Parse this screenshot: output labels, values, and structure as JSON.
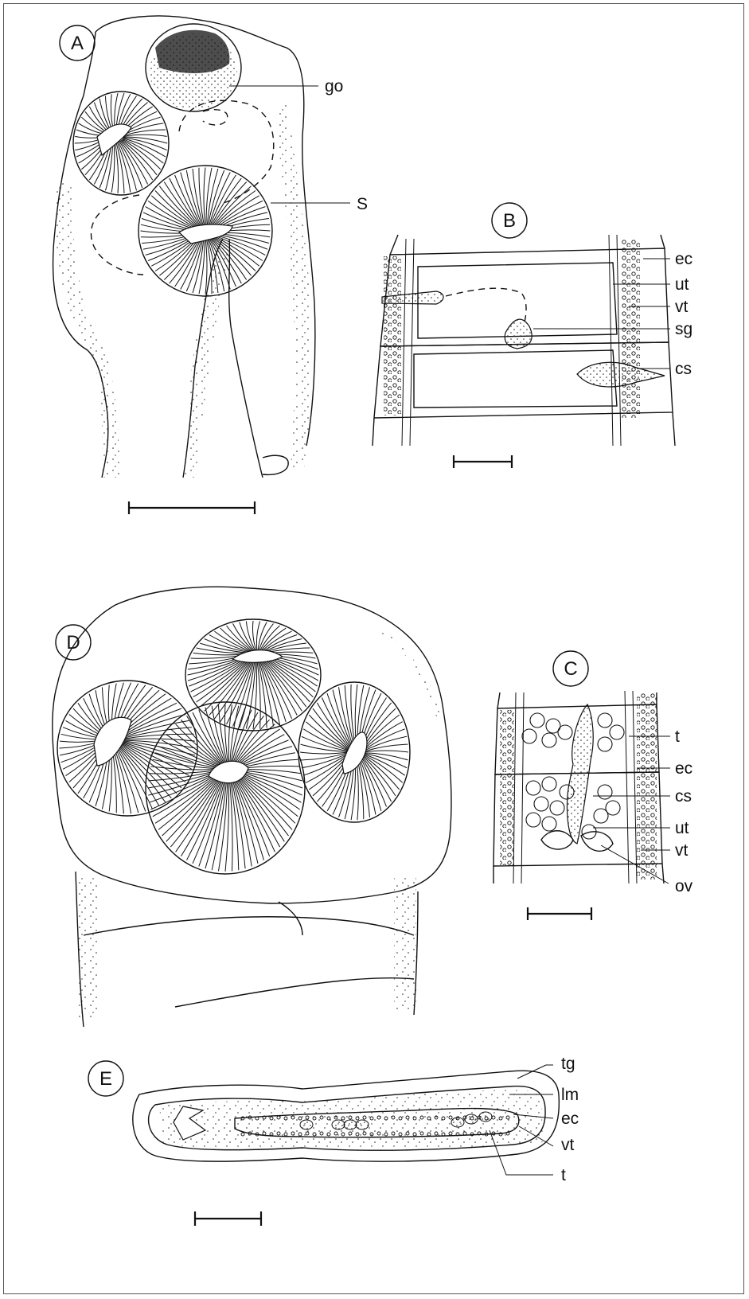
{
  "figure": {
    "panels": {
      "A": {
        "letter": "A",
        "labels": {
          "genital_opening": "go",
          "sucker": "S"
        }
      },
      "B": {
        "letter": "B",
        "labels": {
          "excretory_canal": "ec",
          "uterus": "ut",
          "vitellarium": "vt",
          "seminal_gland": "sg",
          "cirrus_sac": "cs"
        }
      },
      "C": {
        "letter": "C",
        "labels": {
          "testes": "t",
          "excretory_canal": "ec",
          "cirrus_sac": "cs",
          "uterus": "ut",
          "vitellarium": "vt",
          "ovary": "ov"
        }
      },
      "D": {
        "letter": "D",
        "labels": {}
      },
      "E": {
        "letter": "E",
        "labels": {
          "tegument": "tg",
          "longitudinal_muscle": "lm",
          "excretory_canal": "ec",
          "vitellarium": "vt",
          "testes": "t"
        }
      }
    },
    "colors": {
      "ink": "#111111",
      "background": "#ffffff",
      "frame": "#555555"
    }
  }
}
